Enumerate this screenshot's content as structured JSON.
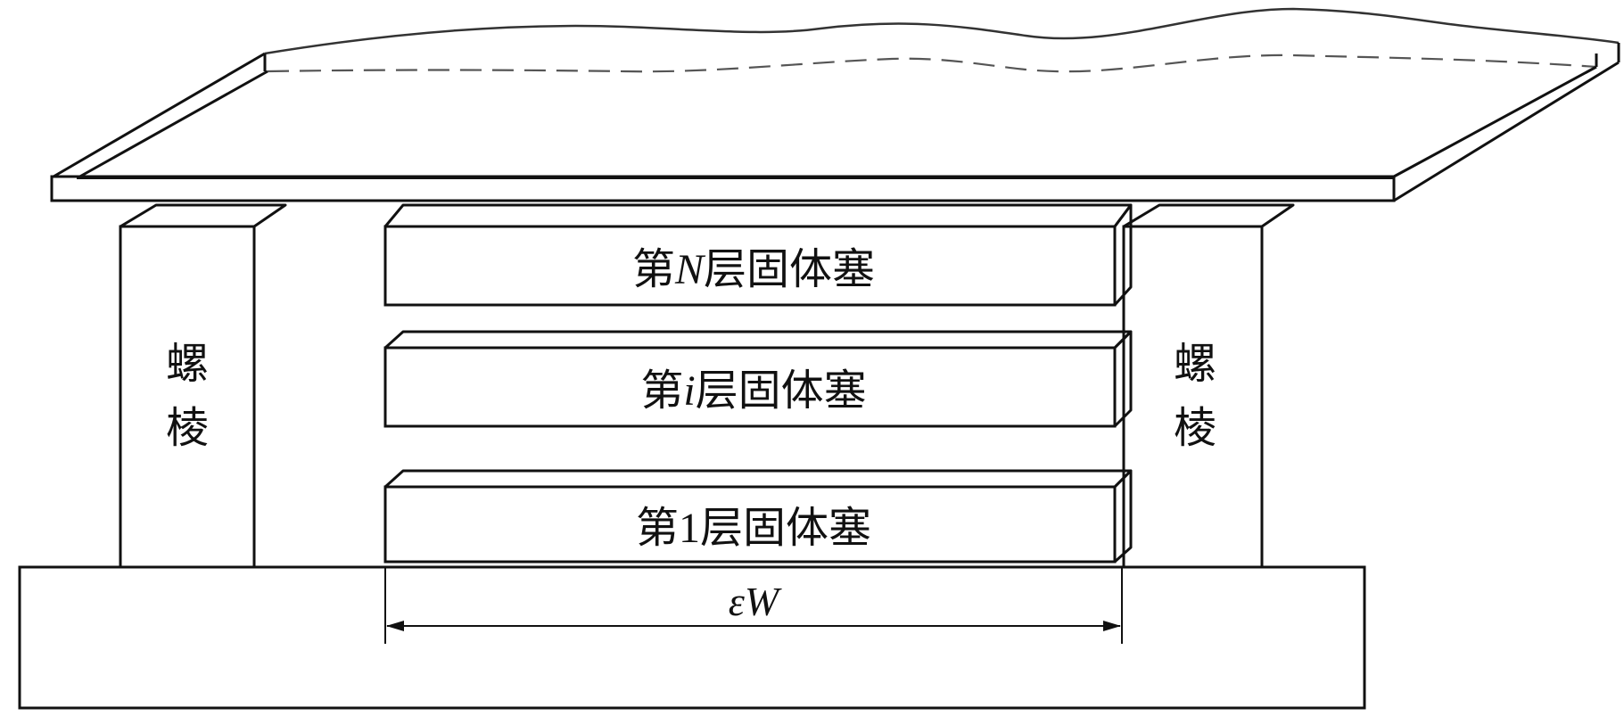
{
  "pillars": {
    "left": "螺棱",
    "right": "螺棱"
  },
  "plugs": [
    {
      "prefix": "第",
      "index": "N",
      "suffix": "层固体塞"
    },
    {
      "prefix": "第",
      "index": "i",
      "suffix": "层固体塞"
    },
    {
      "prefix": "第",
      "index": "1",
      "suffix": "层固体塞"
    }
  ],
  "dimension": {
    "label": "εW"
  }
}
